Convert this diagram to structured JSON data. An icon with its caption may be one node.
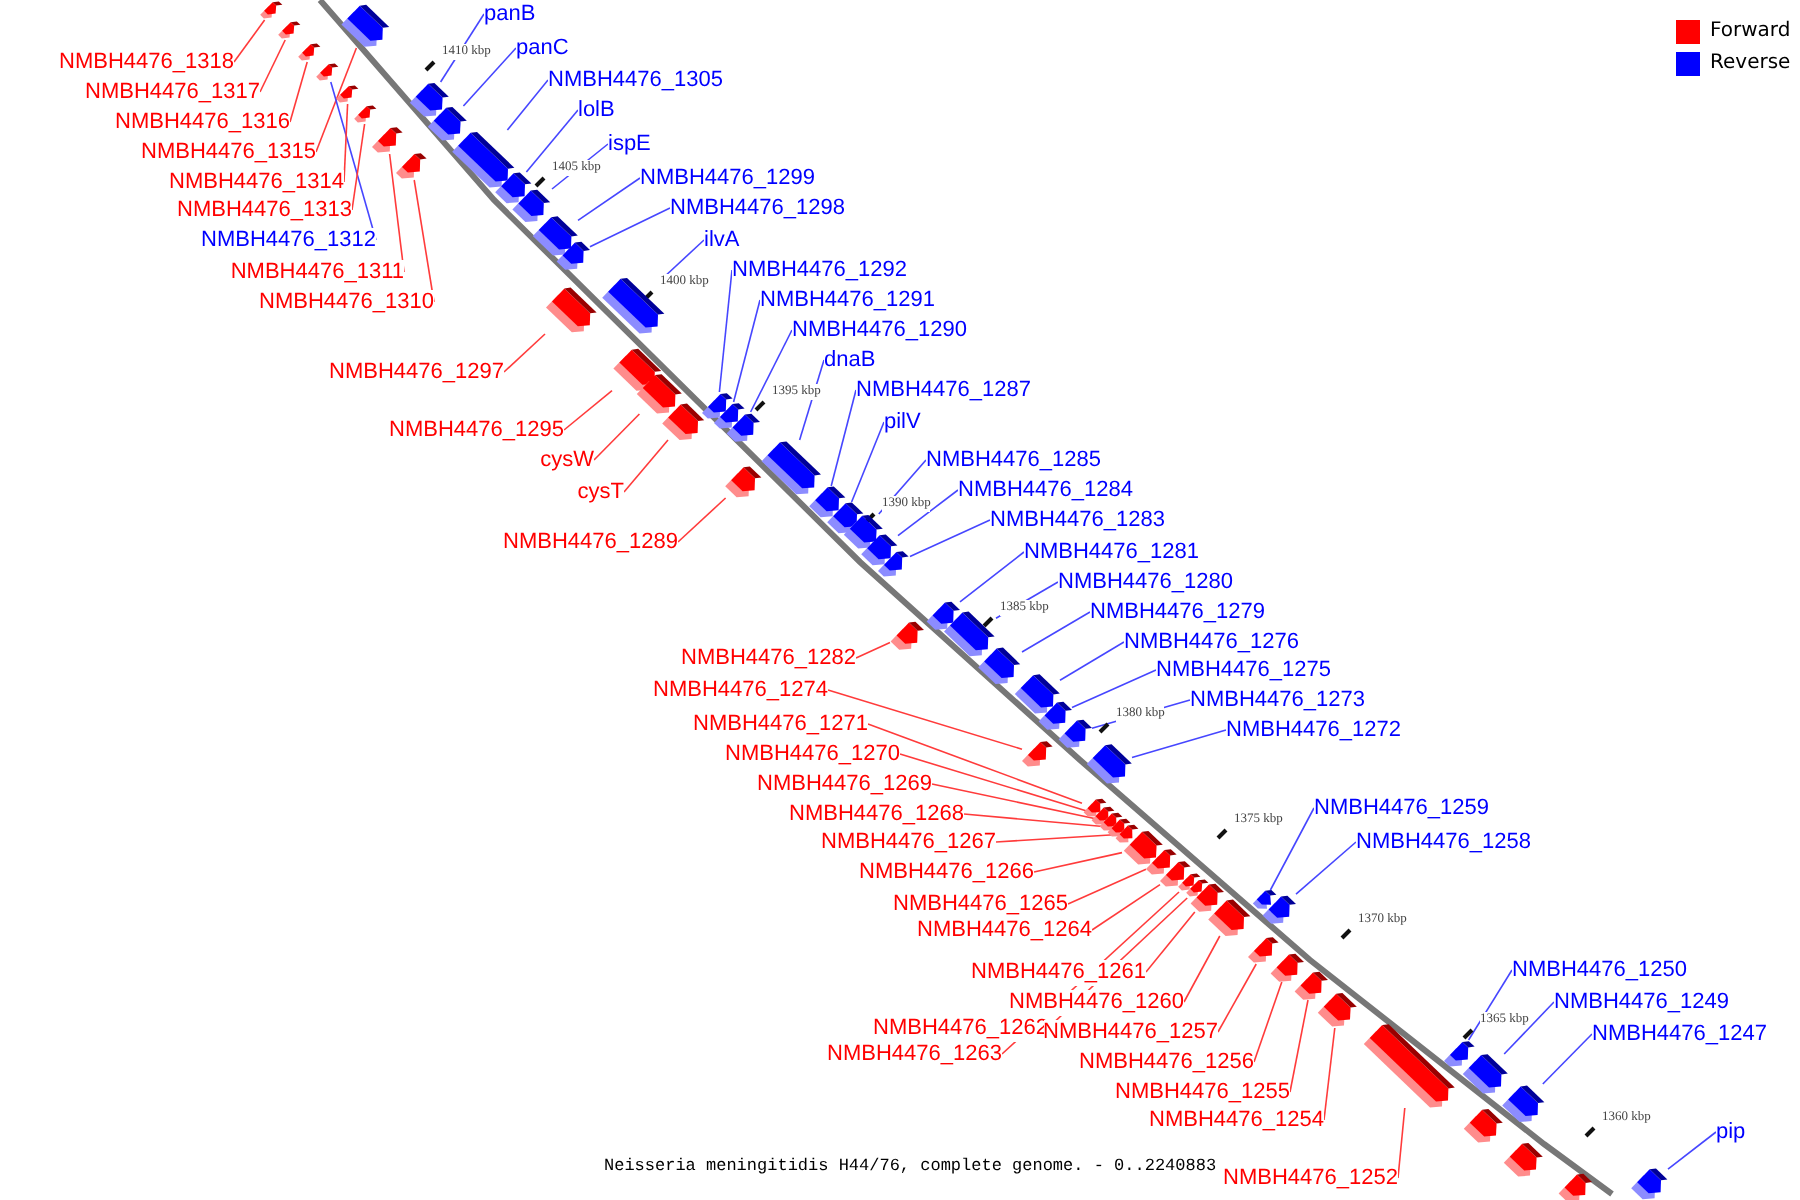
{
  "diagram": {
    "caption": "Neisseria meningitidis H44/76, complete genome. - 0..2240883",
    "nodes": [
      {
        "text": [
          "panB"
        ]
      },
      {
        "text": [
          "panC"
        ]
      },
      {
        "text": [
          "NMBH4476_1318"
        ]
      },
      {
        "text": [
          "NMBH4476_1305"
        ]
      },
      {
        "text": [
          "NMBH4476_1317"
        ]
      },
      {
        "text": [
          "lolB"
        ]
      },
      {
        "text": [
          "NMBH4476_1316"
        ]
      },
      {
        "text": [
          "ispE"
        ]
      },
      {
        "text": [
          "NMBH4476_1315"
        ]
      },
      {
        "text": [
          "NMBH4476_1299"
        ]
      },
      {
        "text": [
          "NMBH4476_1314"
        ]
      },
      {
        "text": [
          "NMBH4476_1298"
        ]
      },
      {
        "text": [
          "NMBH4476_1313"
        ]
      },
      {
        "text": [
          "NMBH4476_1312"
        ]
      },
      {
        "text": [
          "ilvA"
        ]
      },
      {
        "text": [
          "NMBH4476_1292"
        ]
      },
      {
        "text": [
          "NMBH4476_1311"
        ]
      },
      {
        "text": [
          "NMBH4476_1291"
        ]
      },
      {
        "text": [
          "NMBH4476_1310"
        ]
      },
      {
        "text": [
          "NMBH4476_1290"
        ]
      },
      {
        "text": [
          "dnaB"
        ]
      },
      {
        "text": [
          "NMBH4476_1297"
        ]
      },
      {
        "text": [
          "NMBH4476_1287"
        ]
      },
      {
        "text": [
          "pilV"
        ]
      },
      {
        "text": [
          "NMBH4476_1295"
        ]
      },
      {
        "text": [
          "cysW"
        ]
      },
      {
        "text": [
          "NMBH4476_1285"
        ]
      },
      {
        "text": [
          "NMBH4476_1284"
        ]
      },
      {
        "text": [
          "cysT"
        ]
      },
      {
        "text": [
          "NMBH4476_1283"
        ]
      },
      {
        "text": [
          "NMBH4476_1289"
        ]
      },
      {
        "text": [
          "NMBH4476_1281"
        ]
      },
      {
        "text": [
          "NMBH4476_1280"
        ]
      },
      {
        "text": [
          "NMBH4476_1279"
        ]
      },
      {
        "text": [
          "NMBH4476_1276"
        ]
      },
      {
        "text": [
          "NMBH4476_1282"
        ]
      },
      {
        "text": [
          "NMBH4476_1275"
        ]
      },
      {
        "text": [
          "NMBH4476_1274"
        ]
      },
      {
        "text": [
          "NMBH4476_1273"
        ]
      },
      {
        "text": [
          "NMBH4476_1271"
        ]
      },
      {
        "text": [
          "NMBH4476_1272"
        ]
      },
      {
        "text": [
          "NMBH4476_1270"
        ]
      },
      {
        "text": [
          "NMBH4476_1269"
        ]
      },
      {
        "text": [
          "NMBH4476_1259"
        ]
      },
      {
        "text": [
          "NMBH4476_1268"
        ]
      },
      {
        "text": [
          "NMBH4476_1258"
        ]
      },
      {
        "text": [
          "NMBH4476_1267"
        ]
      },
      {
        "text": [
          "NMBH4476_1266"
        ]
      },
      {
        "text": [
          "NMBH4476_1265"
        ]
      },
      {
        "text": [
          "NMBH4476_1264"
        ]
      },
      {
        "text": [
          "NMBH4476_1250"
        ]
      },
      {
        "text": [
          "NMBH4476_1261"
        ]
      },
      {
        "text": [
          "NMBH4476_1260"
        ]
      },
      {
        "text": [
          "NMBH4476_1249"
        ]
      },
      {
        "text": [
          "NMBH4476_1262"
        ]
      },
      {
        "text": [
          "NMBH4476_1257"
        ]
      },
      {
        "text": [
          "NMBH4476_1247"
        ]
      },
      {
        "text": [
          "NMBH4476_1263"
        ]
      },
      {
        "text": [
          "NMBH4476_1256"
        ]
      },
      {
        "text": [
          "NMBH4476_1255"
        ]
      },
      {
        "text": [
          "NMBH4476_1254"
        ]
      },
      {
        "text": [
          "pip"
        ]
      },
      {
        "text": [
          "NMBH4476_1252"
        ]
      },
      {
        "text": [],
        "shape": "box"
      },
      {
        "text": [],
        "shape": "box"
      },
      {
        "text": [],
        "shape": "box"
      },
      {
        "text": [],
        "shape": "box"
      },
      {
        "text": [],
        "shape": "box"
      },
      {
        "text": [],
        "shape": "box"
      },
      {
        "text": [],
        "shape": "box"
      },
      {
        "text": [],
        "shape": "box"
      },
      {
        "text": [],
        "shape": "box"
      },
      {
        "text": [],
        "shape": "box"
      },
      {
        "text": [],
        "shape": "box"
      },
      {
        "text": [],
        "shape": "box"
      },
      {
        "text": [],
        "shape": "box"
      },
      {
        "text": [],
        "shape": "box"
      },
      {
        "text": [],
        "shape": "box"
      },
      {
        "text": [],
        "shape": "box"
      },
      {
        "text": [],
        "shape": "box"
      },
      {
        "text": [],
        "shape": "box"
      },
      {
        "text": [],
        "shape": "box"
      },
      {
        "text": [],
        "shape": "box"
      },
      {
        "text": [],
        "shape": "box"
      },
      {
        "text": [],
        "shape": "box"
      },
      {
        "text": [],
        "shape": "box"
      },
      {
        "text": [],
        "shape": "box"
      },
      {
        "text": [],
        "shape": "box"
      },
      {
        "text": [],
        "shape": "box"
      },
      {
        "text": [],
        "shape": "box"
      },
      {
        "text": [],
        "shape": "box"
      },
      {
        "text": [],
        "shape": "box"
      },
      {
        "text": [],
        "shape": "box"
      },
      {
        "text": [],
        "shape": "box"
      },
      {
        "text": [],
        "shape": "box"
      },
      {
        "text": [],
        "shape": "box"
      },
      {
        "text": [],
        "shape": "box"
      },
      {
        "text": [],
        "shape": "box"
      },
      {
        "text": [],
        "shape": "box"
      },
      {
        "text": [],
        "shape": "box"
      },
      {
        "text": [],
        "shape": "box"
      },
      {
        "text": [],
        "shape": "box"
      },
      {
        "text": [],
        "shape": "box"
      },
      {
        "text": [],
        "shape": "box"
      },
      {
        "text": [],
        "shape": "box"
      },
      {
        "text": [],
        "shape": "box"
      },
      {
        "text": [],
        "shape": "box"
      },
      {
        "text": [],
        "shape": "box"
      },
      {
        "text": [],
        "shape": "box"
      },
      {
        "text": [],
        "shape": "box"
      },
      {
        "text": [],
        "shape": "box"
      },
      {
        "text": [],
        "shape": "box"
      },
      {
        "text": [],
        "shape": "box"
      },
      {
        "text": [],
        "shape": "box"
      },
      {
        "text": [],
        "shape": "box"
      },
      {
        "text": [],
        "shape": "box"
      },
      {
        "text": [],
        "shape": "box"
      },
      {
        "text": [],
        "shape": "box"
      },
      {
        "text": [],
        "shape": "box"
      },
      {
        "text": [],
        "shape": "box"
      },
      {
        "text": [],
        "shape": "box"
      },
      {
        "text": [],
        "shape": "box"
      },
      {
        "text": [],
        "shape": "box"
      },
      {
        "text": [],
        "shape": "box"
      },
      {
        "text": [],
        "shape": "box"
      },
      {
        "text": [],
        "shape": "box"
      },
      {
        "text": [],
        "shape": "box"
      },
      {
        "text": [],
        "shape": "box"
      },
      {
        "text": [],
        "shape": "box"
      }
    ],
    "edges": [
      {
        "from": 2,
        "to": 63,
        "arrow": "none"
      },
      {
        "from": 4,
        "to": 64,
        "arrow": "none"
      },
      {
        "from": 6,
        "to": 65,
        "arrow": "none"
      },
      {
        "from": 8,
        "to": 66,
        "arrow": "none"
      },
      {
        "from": 13,
        "to": 67,
        "arrow": "none",
        "color": "#4646ff"
      },
      {
        "from": 10,
        "to": 68,
        "arrow": "none"
      },
      {
        "from": 12,
        "to": 69,
        "arrow": "none"
      },
      {
        "from": 16,
        "to": 70,
        "arrow": "none"
      },
      {
        "from": 18,
        "to": 71,
        "arrow": "none"
      },
      {
        "from": 0,
        "to": 72,
        "arrow": "none",
        "color": "#4646ff"
      },
      {
        "from": 1,
        "to": 73,
        "arrow": "none",
        "color": "#4646ff"
      },
      {
        "from": 3,
        "to": 74,
        "arrow": "none",
        "color": "#4646ff"
      },
      {
        "from": 5,
        "to": 75,
        "arrow": "none",
        "color": "#4646ff"
      },
      {
        "from": 7,
        "to": 76,
        "arrow": "none",
        "color": "#4646ff"
      },
      {
        "from": 9,
        "to": 77,
        "arrow": "none",
        "color": "#4646ff"
      },
      {
        "from": 11,
        "to": 78,
        "arrow": "none",
        "color": "#4646ff"
      },
      {
        "from": 21,
        "to": 79,
        "arrow": "none"
      },
      {
        "from": 14,
        "to": 80,
        "arrow": "none",
        "color": "#4646ff"
      },
      {
        "from": 24,
        "to": 81,
        "arrow": "none"
      },
      {
        "from": 25,
        "to": 82,
        "arrow": "none"
      },
      {
        "from": 28,
        "to": 83,
        "arrow": "none"
      },
      {
        "from": 15,
        "to": 84,
        "arrow": "none",
        "color": "#4646ff"
      },
      {
        "from": 17,
        "to": 85,
        "arrow": "none",
        "color": "#4646ff"
      },
      {
        "from": 19,
        "to": 86,
        "arrow": "none",
        "color": "#4646ff"
      },
      {
        "from": 30,
        "to": 87,
        "arrow": "none"
      },
      {
        "from": 20,
        "to": 88,
        "arrow": "none",
        "color": "#4646ff"
      },
      {
        "from": 22,
        "to": 89,
        "arrow": "none",
        "color": "#4646ff"
      },
      {
        "from": 23,
        "to": 90,
        "arrow": "none",
        "color": "#4646ff"
      },
      {
        "from": 26,
        "to": 91,
        "arrow": "none",
        "color": "#4646ff"
      },
      {
        "from": 27,
        "to": 92,
        "arrow": "none",
        "color": "#4646ff"
      },
      {
        "from": 29,
        "to": 93,
        "arrow": "none",
        "color": "#4646ff"
      },
      {
        "from": 31,
        "to": 94,
        "arrow": "none",
        "color": "#4646ff"
      },
      {
        "from": 32,
        "to": 95,
        "arrow": "none",
        "color": "#4646ff"
      },
      {
        "from": 35,
        "to": 96,
        "arrow": "none"
      },
      {
        "from": 33,
        "to": 97,
        "arrow": "none",
        "color": "#4646ff"
      },
      {
        "from": 34,
        "to": 98,
        "arrow": "none",
        "color": "#4646ff"
      },
      {
        "from": 36,
        "to": 99,
        "arrow": "none",
        "color": "#4646ff"
      },
      {
        "from": 38,
        "to": 100,
        "arrow": "none",
        "color": "#4646ff"
      },
      {
        "from": 37,
        "to": 101,
        "arrow": "none"
      },
      {
        "from": 40,
        "to": 102,
        "arrow": "none",
        "color": "#4646ff"
      },
      {
        "from": 39,
        "to": 103,
        "arrow": "none"
      },
      {
        "from": 41,
        "to": 104,
        "arrow": "none"
      },
      {
        "from": 42,
        "to": 105,
        "arrow": "none"
      },
      {
        "from": 44,
        "to": 106,
        "arrow": "none"
      },
      {
        "from": 46,
        "to": 107,
        "arrow": "none"
      },
      {
        "from": 47,
        "to": 108,
        "arrow": "none"
      },
      {
        "from": 48,
        "to": 109,
        "arrow": "none"
      },
      {
        "from": 49,
        "to": 110,
        "arrow": "none"
      },
      {
        "from": 57,
        "to": 111,
        "arrow": "none"
      },
      {
        "from": 54,
        "to": 112,
        "arrow": "none"
      },
      {
        "from": 51,
        "to": 113,
        "arrow": "none"
      },
      {
        "from": 52,
        "to": 114,
        "arrow": "none"
      },
      {
        "from": 43,
        "to": 115,
        "arrow": "none",
        "color": "#4646ff"
      },
      {
        "from": 45,
        "to": 116,
        "arrow": "none",
        "color": "#4646ff"
      },
      {
        "from": 55,
        "to": 117,
        "arrow": "none"
      },
      {
        "from": 58,
        "to": 118,
        "arrow": "none"
      },
      {
        "from": 59,
        "to": 119,
        "arrow": "none"
      },
      {
        "from": 60,
        "to": 120,
        "arrow": "none"
      },
      {
        "from": 62,
        "to": 121,
        "arrow": "none"
      },
      {
        "from": 50,
        "to": 122,
        "arrow": "none",
        "color": "#4646ff"
      },
      {
        "from": 53,
        "to": 123,
        "arrow": "none",
        "color": "#4646ff"
      },
      {
        "from": 56,
        "to": 125,
        "arrow": "none",
        "color": "#4646ff"
      },
      {
        "from": 61,
        "to": 128,
        "arrow": "none",
        "color": "#4646ff"
      }
    ],
    "labels": [
      "1410 kbp",
      "1405 kbp",
      "1400 kbp",
      "1395 kbp",
      "1390 kbp",
      "1385 kbp",
      "1380 kbp",
      "1375 kbp",
      "1370 kbp",
      "1365 kbp",
      "1360 kbp"
    ],
    "legend": [
      {
        "text": "Forward",
        "color": "#ff0000"
      },
      {
        "text": "Reverse",
        "color": "#0000ff"
      }
    ]
  }
}
